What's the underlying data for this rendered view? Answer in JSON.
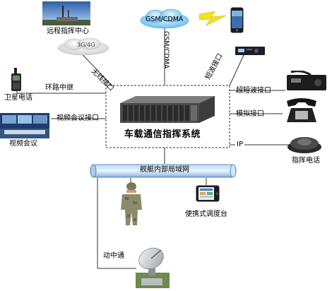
{
  "center": {
    "title": "车载通信指挥系统"
  },
  "nodes": {
    "remote_center": "远程指挥中心",
    "sat_phone": "卫星电话",
    "video_conf": "视频会议",
    "command_phone": "指挥电话",
    "portable_console": "便携式调度台",
    "moving_comm": "动中通",
    "network_3g4g": "3G/4G",
    "network_gsm": "GSM/CDMA"
  },
  "links": {
    "wireless": "无线接口",
    "gsm_cdma": "GSM/CDMA",
    "shortwave": "短波接口",
    "trunk": "环路中继",
    "video_if": "视频会议接口",
    "ultrashort": "超短波接口",
    "analog": "模拟接口",
    "ip": "IP"
  },
  "bus": {
    "label": "舰艇内部局域网"
  }
}
